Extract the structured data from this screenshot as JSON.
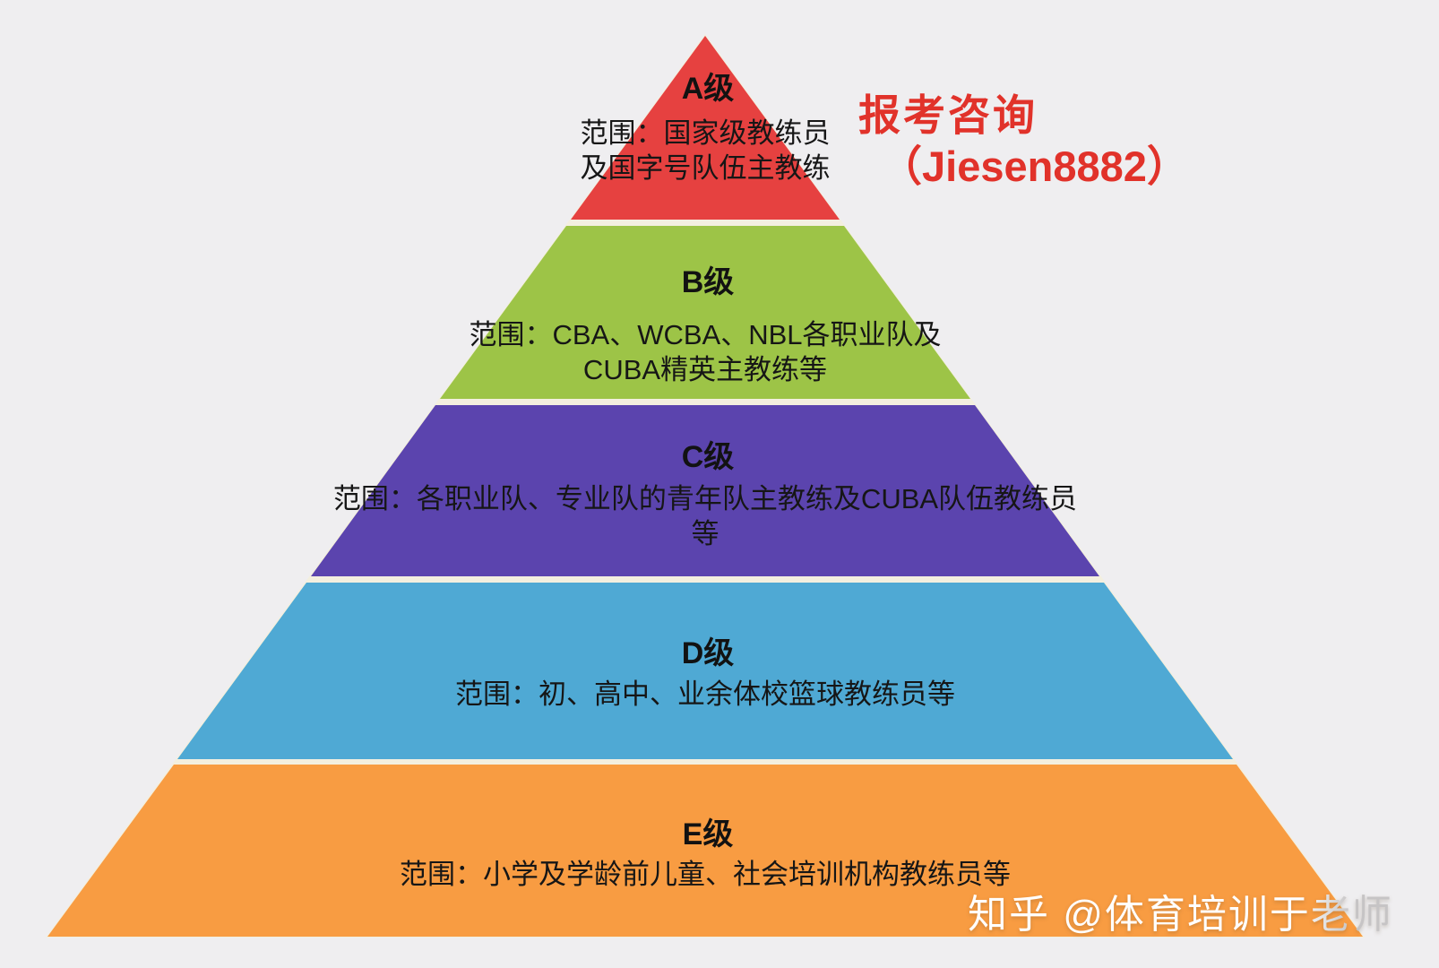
{
  "page": {
    "background": "#efeef0"
  },
  "consult": {
    "line1": "报考咨询",
    "line2": "（Jiesen8882）",
    "color": "#e1322a"
  },
  "watermark": {
    "text": "知乎 @体育培训于老师"
  },
  "levels": [
    {
      "label": "A级",
      "scope_line1": "范围：国家级教练员",
      "scope_line2": "及国字号队伍主教练",
      "color": "#e64140"
    },
    {
      "label": "B级",
      "scope_line1": "范围：CBA、WCBA、NBL各职业队及",
      "scope_line2": "CUBA精英主教练等",
      "color": "#9dc447"
    },
    {
      "label": "C级",
      "scope_line1": "范围：各职业队、专业队的青年队主教练及CUBA队伍教练员",
      "scope_line2": "等",
      "color": "#5b44ae"
    },
    {
      "label": "D级",
      "scope_line1": "范围：初、高中、业余体校篮球教练员等",
      "scope_line2": "",
      "color": "#4fa9d4"
    },
    {
      "label": "E级",
      "scope_line1": "范围：小学及学龄前儿童、社会培训机构教练员等",
      "scope_line2": "",
      "color": "#f89c42"
    }
  ]
}
